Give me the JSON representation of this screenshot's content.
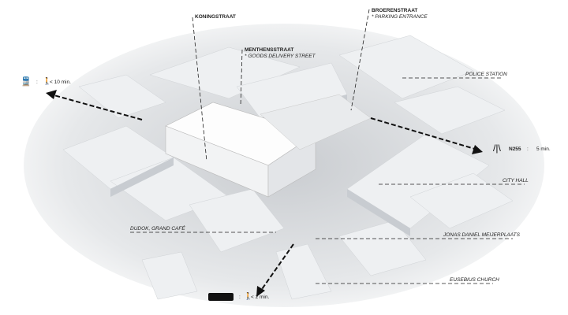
{
  "streets": {
    "koningstraat": "KONINGSTRAAT",
    "menthensstraat": "MENTHENSSTRAAT",
    "menthensstraat_note": "* GOODS DELIVERY STREET",
    "broerenstraat": "BROERENSTRAAT",
    "broerenstraat_note": "* PARKING ENTRANCE"
  },
  "landmarks": {
    "police": "POLICE STATION",
    "city_hall": "CITY HALL",
    "dudok": "DUDOK, GRAND CAFÉ",
    "jonas": "JONAS DANIEL MEIJERPLAATS",
    "eusebius": "EUSEBIUS CHURCH"
  },
  "access": {
    "train": {
      "icon": "train-icon",
      "sep": ":",
      "time": "< 10 min."
    },
    "road": {
      "icon": "road-icon",
      "name": "N255",
      "sep": ":",
      "time": "5 min."
    },
    "bus": {
      "icon": "bus-icon",
      "sep": ":",
      "time": "< 2 min."
    }
  }
}
